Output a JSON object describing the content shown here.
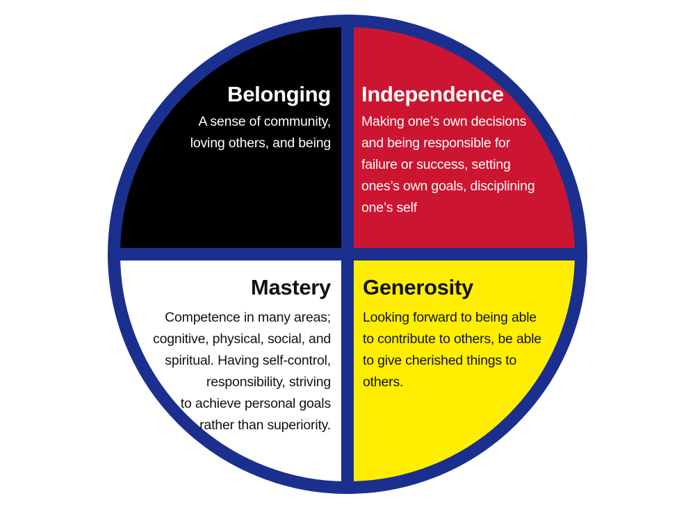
{
  "colors": {
    "ring": "#1b2f8f",
    "belonging_fill": "#000000",
    "independence_fill": "#cc1530",
    "mastery_fill": "#ffffff",
    "generosity_fill": "#ffee00"
  },
  "quadrants": {
    "belonging": {
      "title": "Belonging",
      "lines": [
        "A sense of community,",
        "loving others, and being"
      ]
    },
    "independence": {
      "title": "Independence",
      "lines": [
        "Making one’s own decisions",
        "and being responsible for",
        "failure or success, setting",
        "ones’s own goals, disciplining",
        "one’s self"
      ]
    },
    "mastery": {
      "title": "Mastery",
      "lines": [
        "Competence in many areas;",
        "cognitive, physical, social, and",
        "spiritual. Having self-control,",
        "responsibility, striving",
        "to achieve personal goals",
        "rather than superiority."
      ]
    },
    "generosity": {
      "title": "Generosity",
      "lines": [
        "Looking forward to being able",
        "to contribute to others, be able",
        "to give cherished things to",
        "others."
      ]
    }
  }
}
